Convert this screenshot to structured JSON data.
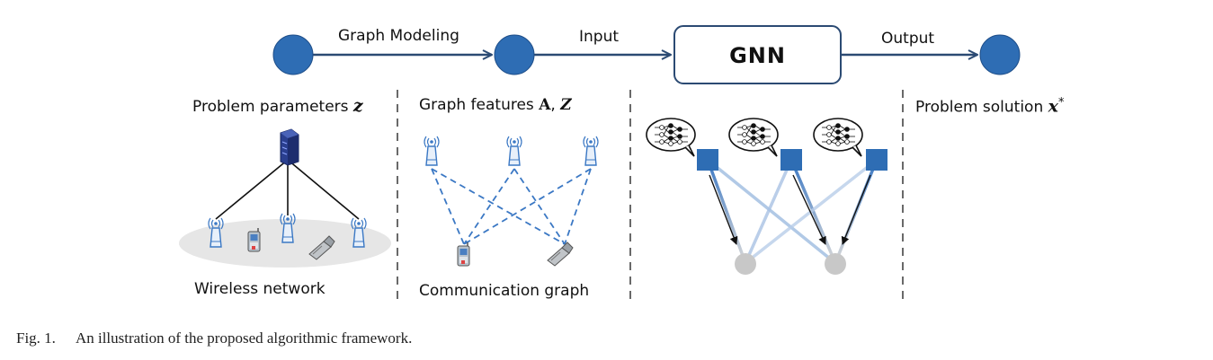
{
  "flow": {
    "edge1_label": "Graph Modeling",
    "edge2_label": "Input",
    "gnn_label": "GNN",
    "edge3_label": "Output"
  },
  "panels": {
    "problem_params": {
      "text": "Problem parameters",
      "symbol": "z"
    },
    "graph_features": {
      "text": "Graph features",
      "symbol_bold": "A",
      "comma": ",",
      "symbol_italic": "Z"
    },
    "problem_solution": {
      "text": "Problem solution",
      "symbol": "x",
      "superscript": "*"
    },
    "wireless_network": "Wireless network",
    "communication_graph": "Communication graph"
  },
  "caption": {
    "fig_number": "Fig. 1.",
    "text": "An illustration of the proposed algorithmic framework."
  },
  "colors": {
    "node_blue": "#2e6db4",
    "arrow_navy": "#2b4a73",
    "dashed_blue": "#3b78c4",
    "gray_node": "#c8c8c8"
  },
  "icons": [
    "server-icon",
    "antenna-icon",
    "phone-icon",
    "flip-phone-icon",
    "neural-net-bubble-icon"
  ]
}
